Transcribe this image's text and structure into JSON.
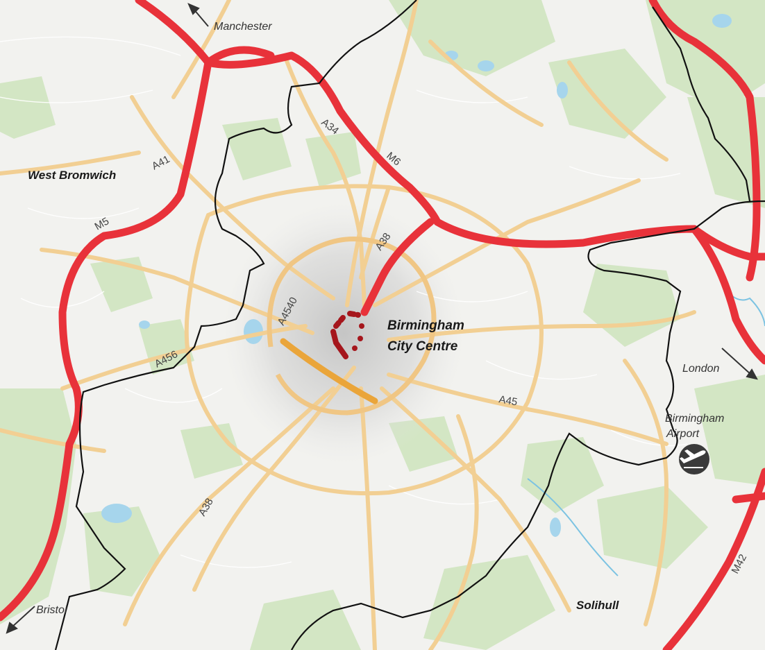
{
  "places": {
    "city_centre_line1": "Birmingham",
    "city_centre_line2": "City Centre",
    "west_bromwich": "West Bromwich",
    "solihull": "Solihull",
    "airport_line1": "Birmingham",
    "airport_line2": "Airport"
  },
  "directions": {
    "manchester": "Manchester",
    "london": "London",
    "bristol": "Bristol"
  },
  "roads": {
    "a41": "A41",
    "m5": "M5",
    "a34": "A34",
    "m6": "M6",
    "a38_north": "A38",
    "a4540": "A4540",
    "a456": "A456",
    "a45": "A45",
    "a38_south": "A38",
    "m42": "M42"
  },
  "icons": {
    "airport": "airplane-icon"
  },
  "colors": {
    "motorway": "#e8323a",
    "a_road": "#f2cf93",
    "boundary": "#111111",
    "green": "#cfe3bf",
    "water": "#9fd3ea",
    "urban": "#d0d0d0",
    "highlight_orange": "#eaa53a",
    "highlight_dark_red": "#a5161c"
  }
}
